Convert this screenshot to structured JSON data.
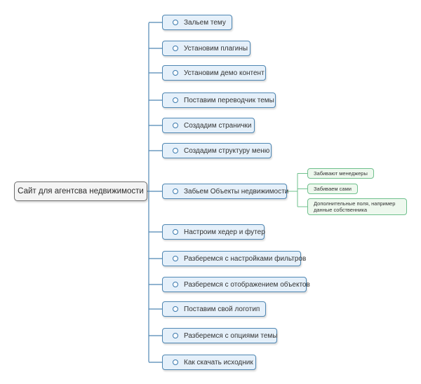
{
  "root": {
    "label": "Сайт для агентсва недвижимости"
  },
  "branches": [
    {
      "label": "Зальем тему"
    },
    {
      "label": "Установим плагины"
    },
    {
      "label": "Установим демо контент"
    },
    {
      "label": "Поставим переводчик темы"
    },
    {
      "label": "Создадим странички"
    },
    {
      "label": "Создадим структуру меню"
    },
    {
      "label": "Забьем Объекты недвижимости",
      "children": [
        {
          "label": "Забивают менеджеры"
        },
        {
          "label": "Забиваем сами"
        },
        {
          "label": "Дополнительные поля, например данные собственника"
        }
      ]
    },
    {
      "label": "Настроим хедер и футер"
    },
    {
      "label": "Разберемся с настройками фильтров"
    },
    {
      "label": "Разберемся с отображением объектов"
    },
    {
      "label": "Поставим свой логотип"
    },
    {
      "label": "Разберемся с опциями темы"
    },
    {
      "label": "Как скачать исходник"
    }
  ],
  "colors": {
    "root_border": "#6d6d6d",
    "branch_line": "#4f87b3",
    "branch_fill": "#e5f0fa",
    "sub_line": "#6fc08d",
    "sub_fill": "#eef8ee"
  }
}
